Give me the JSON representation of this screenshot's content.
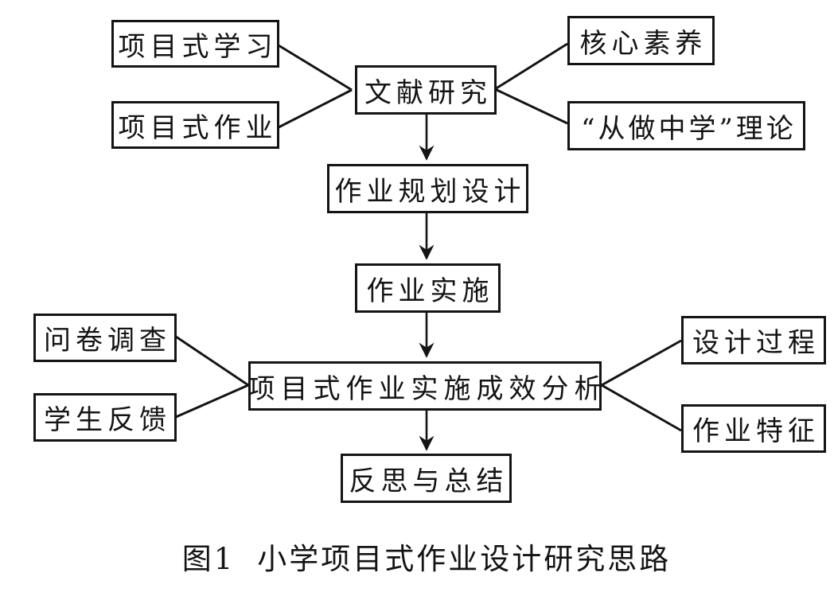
{
  "nodes": {
    "project_based_learning": "项目式学习",
    "project_based_homework": "项目式作业",
    "literature_research": "文献研究",
    "core_competencies": "核心素养",
    "learning_by_doing_theory": "“从做中学”理论",
    "homework_planning_design": "作业规划设计",
    "homework_implementation": "作业实施",
    "questionnaire_survey": "问卷调查",
    "student_feedback": "学生反馈",
    "effectiveness_analysis": "项目式作业实施成效分析",
    "design_process": "设计过程",
    "homework_features": "作业特征",
    "reflection_summary": "反思与总结"
  },
  "caption": {
    "prefix": "图1",
    "title": "小学项目式作业设计研究思路"
  },
  "edges": [
    {
      "from": "project_based_learning",
      "to": "literature_research",
      "arrow": false
    },
    {
      "from": "project_based_homework",
      "to": "literature_research",
      "arrow": false
    },
    {
      "from": "literature_research",
      "to": "core_competencies",
      "arrow": false
    },
    {
      "from": "literature_research",
      "to": "learning_by_doing_theory",
      "arrow": false
    },
    {
      "from": "literature_research",
      "to": "homework_planning_design",
      "arrow": true
    },
    {
      "from": "homework_planning_design",
      "to": "homework_implementation",
      "arrow": true
    },
    {
      "from": "homework_implementation",
      "to": "effectiveness_analysis",
      "arrow": true
    },
    {
      "from": "questionnaire_survey",
      "to": "effectiveness_analysis",
      "arrow": false
    },
    {
      "from": "student_feedback",
      "to": "effectiveness_analysis",
      "arrow": false
    },
    {
      "from": "effectiveness_analysis",
      "to": "design_process",
      "arrow": false
    },
    {
      "from": "effectiveness_analysis",
      "to": "homework_features",
      "arrow": false
    },
    {
      "from": "effectiveness_analysis",
      "to": "reflection_summary",
      "arrow": true
    }
  ],
  "colors": {
    "line": "#141414",
    "box_border": "#141414",
    "background": "#ffffff",
    "text": "#141414"
  }
}
